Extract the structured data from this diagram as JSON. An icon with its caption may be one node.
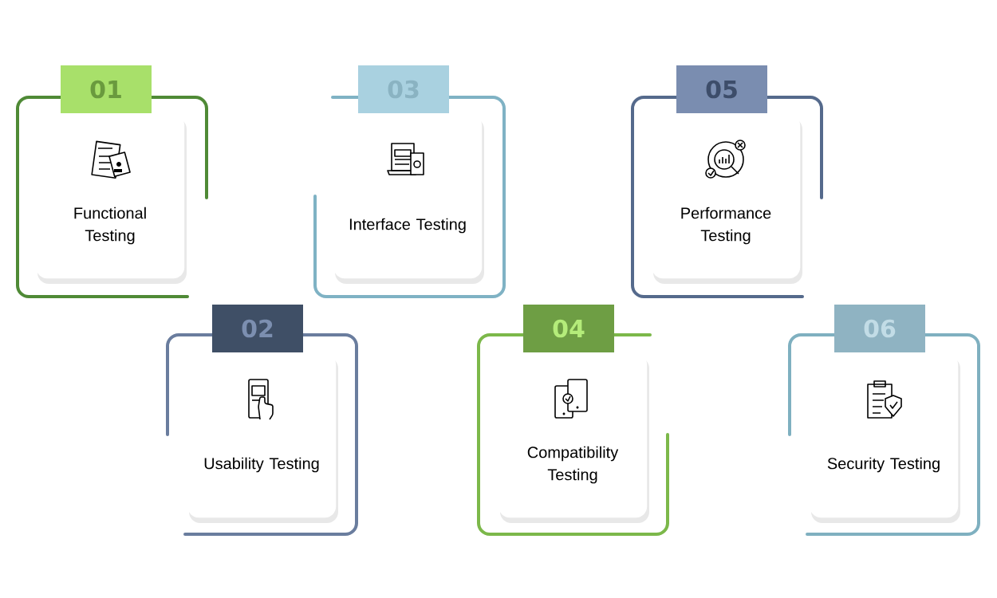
{
  "diagram": {
    "nodes": [
      {
        "text": [
          "01",
          "Functional Testing"
        ]
      },
      {
        "text": [
          "03",
          "Interface Testing"
        ]
      },
      {
        "text": [
          "05",
          "Performance Testing"
        ]
      },
      {
        "text": [
          "02",
          "Usability Testing"
        ]
      },
      {
        "text": [
          "04",
          "Compatibility Testing"
        ]
      },
      {
        "text": [
          "06",
          "Security Testing"
        ]
      }
    ]
  }
}
